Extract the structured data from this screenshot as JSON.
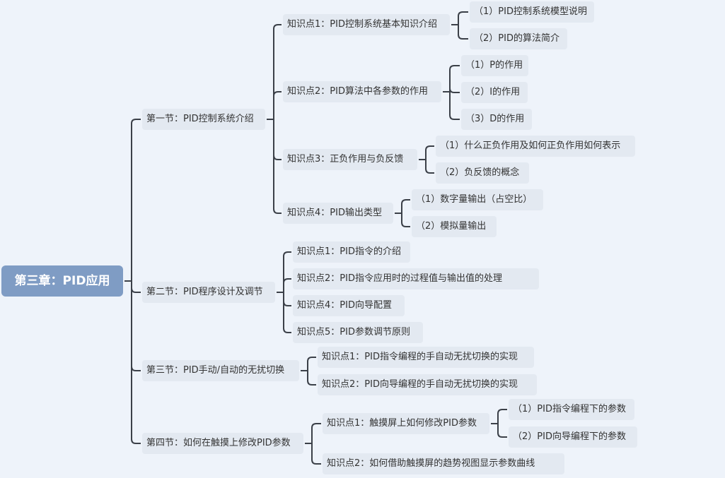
{
  "root": "第三章：PID应用",
  "sections": [
    {
      "label": "第一节：PID控制系统介绍",
      "points": [
        {
          "label": "知识点1：PID控制系统基本知识介绍",
          "subs": [
            "（1）PID控制系统模型说明",
            "（2）PID的算法简介"
          ]
        },
        {
          "label": "知识点2：PID算法中各参数的作用",
          "subs": [
            "（1）P的作用",
            "（2）I的作用",
            "（3）D的作用"
          ]
        },
        {
          "label": "知识点3：正负作用与负反馈",
          "subs": [
            "（1）什么正负作用及如何正负作用如何表示",
            "（2）负反馈的概念"
          ]
        },
        {
          "label": "知识点4：PID输出类型",
          "subs": [
            "（1）数字量输出（占空比）",
            "（2）模拟量输出"
          ]
        }
      ]
    },
    {
      "label": "第二节：PID程序设计及调节",
      "points": [
        {
          "label": "知识点1：PID指令的介绍"
        },
        {
          "label": "知识点2：PID指令应用时的过程值与输出值的处理"
        },
        {
          "label": "知识点4：PID向导配置"
        },
        {
          "label": "知识点5：PID参数调节原则"
        }
      ]
    },
    {
      "label": "第三节：PID手动/自动的无扰切换",
      "points": [
        {
          "label": "知识点1：PID指令编程的手自动无扰切换的实现"
        },
        {
          "label": "知识点2：PID向导编程的手自动无扰切换的实现"
        }
      ]
    },
    {
      "label": "第四节：如何在触摸上修改PID参数",
      "points": [
        {
          "label": "知识点1：触摸屏上如何修改PID参数",
          "subs": [
            "（1）PID指令编程下的参数",
            "（2）PID向导编程下的参数"
          ]
        },
        {
          "label": "知识点2：如何借助触摸屏的趋势视图显示参数曲线"
        }
      ]
    }
  ]
}
